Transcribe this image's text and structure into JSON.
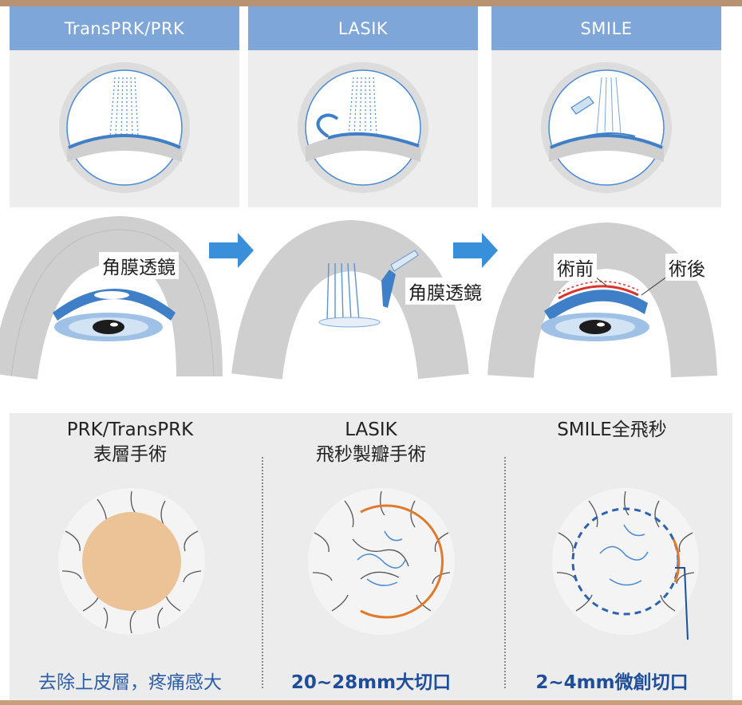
{
  "top_panels": [
    {
      "title": "TransPRK/PRK"
    },
    {
      "title": "LASIK"
    },
    {
      "title": "SMILE"
    }
  ],
  "eye_row": {
    "label_left": "角膜透鏡",
    "label_middle": "角膜透鏡",
    "label_before": "術前",
    "label_after": "術後"
  },
  "bottom": {
    "columns": [
      {
        "title_line1": "PRK/TransPRK",
        "title_line2": "表層手術",
        "caption": "去除上皮層，疼痛感大"
      },
      {
        "title_line1": "LASIK",
        "title_line2": "飛秒製瓣手術",
        "caption": "20~28mm大切口"
      },
      {
        "title_line1": "SMILE全飛秒",
        "title_line2": "",
        "caption": "2~4mm微創切口"
      }
    ]
  },
  "colors": {
    "header_blue": "#7fa6d8",
    "cornea_blue": "#3f7fc8",
    "arrow_blue": "#3a8fdb",
    "incision_orange": "#e07a2a",
    "ablation_tan": "#ecc396",
    "caption_blue": "#1e4e9a"
  },
  "icons": [
    "arrow-right-icon",
    "arrow-right-icon"
  ]
}
